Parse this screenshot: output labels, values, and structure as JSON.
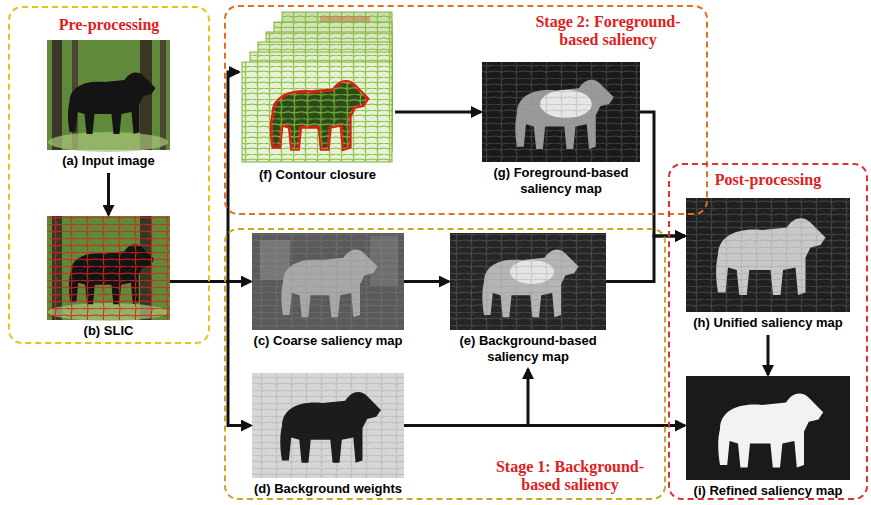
{
  "diagram": {
    "nodes": [
      {
        "text": [
          "Pre-processing"
        ]
      },
      {
        "text": [
          "(a) Input image"
        ],
        "in": 0
      },
      {
        "text": [
          "(b) SLIC"
        ],
        "in": 0
      },
      {
        "text": [
          "Stage 2: Foreground-based saliency"
        ]
      },
      {
        "text": [
          "(f) Contour closure"
        ],
        "in": 3
      },
      {
        "text": [
          "(g) Foreground-based saliency map"
        ],
        "in": 3
      },
      {
        "text": [
          "Stage 1: Background-based saliency"
        ]
      },
      {
        "text": [
          "(c) Coarse saliency map"
        ],
        "in": 6
      },
      {
        "text": [
          "(e) Background-based saliency map"
        ],
        "in": 6
      },
      {
        "text": [
          "(d) Background weights"
        ],
        "in": 6
      },
      {
        "text": [
          "Post-processing"
        ]
      },
      {
        "text": [
          "(h) Unified saliency map"
        ],
        "in": 10
      },
      {
        "text": [
          "(i) Refined saliency map"
        ],
        "in": 10
      }
    ],
    "edges": [
      {
        "from": 1,
        "to": 2,
        "arrow": "to"
      },
      {
        "from": 2,
        "to": 4,
        "arrow": "to"
      },
      {
        "from": 2,
        "to": 7,
        "arrow": "to"
      },
      {
        "from": 2,
        "to": 9,
        "arrow": "to"
      },
      {
        "from": 4,
        "to": 5,
        "arrow": "to"
      },
      {
        "from": 7,
        "to": 8,
        "arrow": "to"
      },
      {
        "from": 9,
        "to": 8,
        "arrow": "to"
      },
      {
        "from": 5,
        "to": 11,
        "arrow": "to"
      },
      {
        "from": 8,
        "to": 11,
        "arrow": "to"
      },
      {
        "from": 11,
        "to": 12,
        "arrow": "to"
      },
      {
        "from": 9,
        "to": 12,
        "arrow": "to"
      }
    ]
  }
}
